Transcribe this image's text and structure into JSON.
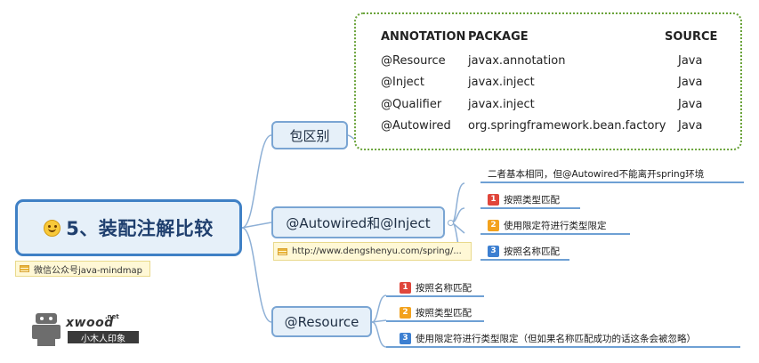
{
  "central": {
    "title": "5、装配注解比较",
    "icon": "smiley-icon",
    "note": "微信公众号java-mindmap"
  },
  "branches": [
    {
      "label": "包区别"
    },
    {
      "label": "@Autowired和@Inject",
      "link_note": "http://www.dengshenyu.com/spring/...",
      "leaves": [
        {
          "text": "二者基本相同，但@Autowired不能离开spring环境"
        },
        {
          "num": "1",
          "text": "按照类型匹配",
          "color": "#e0463b"
        },
        {
          "num": "2",
          "text": "使用限定符进行类型限定",
          "color": "#f3a21d"
        },
        {
          "num": "3",
          "text": "按照名称匹配",
          "color": "#3c7fd1"
        }
      ]
    },
    {
      "label": "@Resource",
      "leaves": [
        {
          "num": "1",
          "text": "按照名称匹配",
          "color": "#e0463b"
        },
        {
          "num": "2",
          "text": "按照类型匹配",
          "color": "#f3a21d"
        },
        {
          "num": "3",
          "text": "使用限定符进行类型限定（但如果名称匹配成功的话这条会被忽略）",
          "color": "#3c7fd1"
        }
      ]
    }
  ],
  "table": {
    "headers": [
      "ANNOTATION",
      "PACKAGE",
      "SOURCE"
    ],
    "rows": [
      [
        "@Resource",
        "javax.annotation",
        "Java"
      ],
      [
        "@Inject",
        "javax.inject",
        "Java"
      ],
      [
        "@Qualifier",
        "javax.inject",
        "Java"
      ],
      [
        "@Autowired",
        "org.springframework.bean.factory",
        "Java"
      ]
    ]
  },
  "watermark": {
    "brand": "xwood",
    "suffix": ".net",
    "subtitle": "小木人印象"
  },
  "colors": {
    "topic_border": "#7aa5d3",
    "central_border": "#3f80c5",
    "line": "#8eb0d6",
    "callout_border": "#6aa33a"
  }
}
